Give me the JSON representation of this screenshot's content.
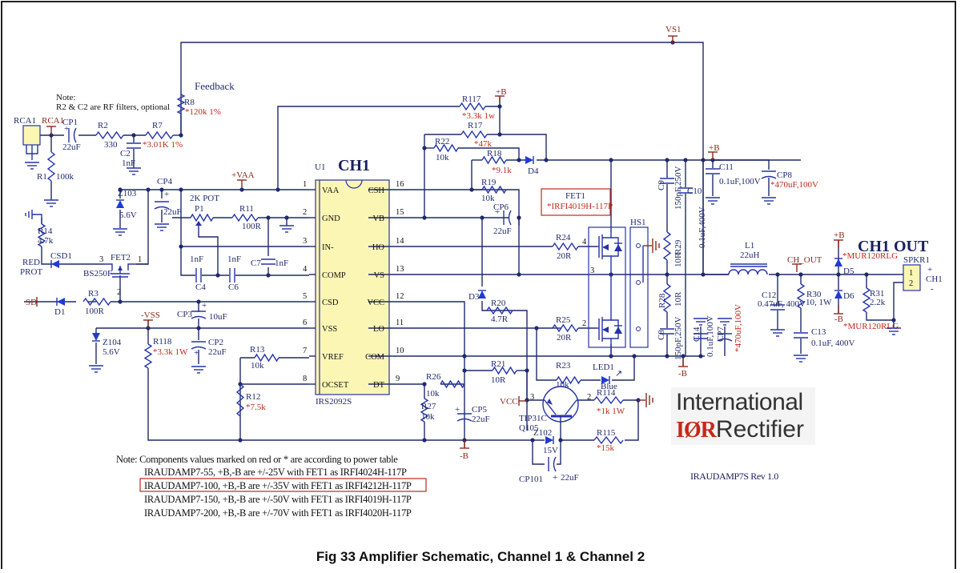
{
  "figure": {
    "caption": "Fig 33 Amplifier Schematic, Channel 1 & Channel 2",
    "revision": "IRAUDAMP7S Rev 1.0",
    "logo": {
      "line1": "International",
      "ior": "IØR",
      "line2": "Rectifier"
    },
    "channel_title": "CH1",
    "output_title": "CH1 OUT",
    "feedback_label": "Feedback"
  },
  "colors": {
    "wire": "#1f2a6b",
    "part": "#2433a8",
    "power_table_value": "#c0281c",
    "net_port": "#8a2a1a",
    "ic_fill": "#fbf6b4"
  },
  "notes": {
    "rf_note_1": "Note:",
    "rf_note_2": "R2 & C2 are RF filters, optional",
    "power_note": "Note: Components values marked on red or * are according to power table",
    "variants": [
      {
        "text": "IRAUDAMP7-55, +B,-B are +/-25V with FET1 as IRFI4024H-117P",
        "highlighted": false
      },
      {
        "text": "IRAUDAMP7-100, +B,-B are +/-35V with FET1 as IRFI4212H-117P",
        "highlighted": true
      },
      {
        "text": "IRAUDAMP7-150, +B,-B are +/-50V with FET1 as IRFI4019H-117P",
        "highlighted": false
      },
      {
        "text": "IRAUDAMP7-200, +B,-B are +/-70V with FET1 as IRFI4020H-117P",
        "highlighted": false
      }
    ]
  },
  "ic": {
    "ref": "U1",
    "part": "IRS2092S",
    "left_pins": [
      {
        "num": "1",
        "name": "VAA"
      },
      {
        "num": "2",
        "name": "GND"
      },
      {
        "num": "3",
        "name": "IN-"
      },
      {
        "num": "4",
        "name": "COMP"
      },
      {
        "num": "5",
        "name": "CSD"
      },
      {
        "num": "6",
        "name": "VSS"
      },
      {
        "num": "7",
        "name": "VREF"
      },
      {
        "num": "8",
        "name": "OCSET"
      }
    ],
    "right_pins": [
      {
        "num": "16",
        "name": "CSH"
      },
      {
        "num": "15",
        "name": "VB"
      },
      {
        "num": "14",
        "name": "HO"
      },
      {
        "num": "13",
        "name": "VS"
      },
      {
        "num": "12",
        "name": "VCC"
      },
      {
        "num": "11",
        "name": "LO"
      },
      {
        "num": "10",
        "name": "COM"
      },
      {
        "num": "9",
        "name": "DT"
      }
    ]
  },
  "nets": {
    "vs1": "VS1",
    "vaa": "+VAA",
    "vss": "-VSS",
    "pb": "+B",
    "nb": "-B",
    "sd": "SD",
    "vcc": "VCC",
    "rca": "RCA1",
    "chout": "CH_OUT"
  },
  "components": {
    "rca1": {
      "ref": "RCA1"
    },
    "cp1": {
      "ref": "CP1",
      "value": "22uF"
    },
    "r1": {
      "ref": "R1",
      "value": "100k"
    },
    "r2": {
      "ref": "R2",
      "value": "330"
    },
    "c2": {
      "ref": "C2",
      "value": "1nF"
    },
    "r7": {
      "ref": "R7",
      "value": "*3.01K 1%"
    },
    "r8": {
      "ref": "R8",
      "value": "*120k 1%"
    },
    "z103": {
      "ref": "Z103",
      "value": "5.6V"
    },
    "cp4": {
      "ref": "CP4",
      "value": "22uF"
    },
    "p1": {
      "ref": "P1",
      "value": "2K POT"
    },
    "r11": {
      "ref": "R11",
      "value": "100R"
    },
    "c4": {
      "ref": "C4",
      "value": "1nF"
    },
    "c6": {
      "ref": "C6",
      "value": "1nF"
    },
    "c7": {
      "ref": "C7",
      "value": "1nF"
    },
    "r14": {
      "ref": "R14",
      "value": "4.7k"
    },
    "csd1": {
      "ref": "CSD1",
      "value": "RED PROT"
    },
    "fet2": {
      "ref": "FET2",
      "value": "BS250F",
      "pins": [
        "3",
        "1",
        "2"
      ]
    },
    "r3": {
      "ref": "R3",
      "value": "100R"
    },
    "d1": {
      "ref": "D1"
    },
    "cp3": {
      "ref": "CP3",
      "value": "10uF"
    },
    "cp2": {
      "ref": "CP2",
      "value": "22uF"
    },
    "z104": {
      "ref": "Z104",
      "value": "5.6V"
    },
    "r118": {
      "ref": "R118",
      "value": "*3.3k 1W"
    },
    "r13": {
      "ref": "R13",
      "value": "10k"
    },
    "r12": {
      "ref": "R12",
      "value": "*7.5k"
    },
    "r117": {
      "ref": "R117",
      "value": "*3.3k 1w"
    },
    "r17": {
      "ref": "R17",
      "value": "*47k"
    },
    "r22": {
      "ref": "R22",
      "value": "10k"
    },
    "r18": {
      "ref": "R18",
      "value": "*9.1k"
    },
    "d4": {
      "ref": "D4"
    },
    "r19": {
      "ref": "R19",
      "value": "10k"
    },
    "cp6": {
      "ref": "CP6",
      "value": "22uF"
    },
    "fet1": {
      "ref": "FET1",
      "value": "*IRFI4019H-117P",
      "pins": [
        "4",
        "3",
        "2"
      ]
    },
    "hs1": {
      "ref": "HS1"
    },
    "r24": {
      "ref": "R24",
      "value": "20R"
    },
    "r25": {
      "ref": "R25",
      "value": "20R"
    },
    "d3": {
      "ref": "D3"
    },
    "r20": {
      "ref": "R20",
      "value": "4.7R"
    },
    "r21": {
      "ref": "R21",
      "value": "10R"
    },
    "r23": {
      "ref": "R23",
      "value": "10k"
    },
    "led1": {
      "ref": "LED1",
      "value": "Blue"
    },
    "r26": {
      "ref": "R26",
      "value": "10k"
    },
    "r27": {
      "ref": "R27",
      "value": "10k"
    },
    "cp5": {
      "ref": "CP5",
      "value": "22uF"
    },
    "q105": {
      "ref": "Q105",
      "value": "TIP31C",
      "pins": [
        "3",
        "2"
      ]
    },
    "z102": {
      "ref": "Z102",
      "value": "15V"
    },
    "cp101": {
      "ref": "CP101",
      "value": "22uF"
    },
    "r114": {
      "ref": "R114",
      "value": "*1k 1W"
    },
    "r115": {
      "ref": "R115",
      "value": "*15k"
    },
    "c9": {
      "ref": "C9",
      "value": "150pF,250V"
    },
    "c10": {
      "ref": "C10",
      "value": "0.1uF,400V"
    },
    "r29": {
      "ref": "R29",
      "value": "10R"
    },
    "r28": {
      "ref": "R28",
      "value": "10R"
    },
    "c8": {
      "ref": "C8",
      "value": "150pF,250V"
    },
    "c14": {
      "ref": "C14",
      "value": "0.1uF,100V"
    },
    "cp7": {
      "ref": "CP7",
      "value": "*470uF,100V"
    },
    "c11": {
      "ref": "C11",
      "value": "0.1uF,100V"
    },
    "cp8": {
      "ref": "CP8",
      "value": "*470uF,100V"
    },
    "l1": {
      "ref": "L1",
      "value": "22uH"
    },
    "c12": {
      "ref": "C12",
      "value": "0.47uF, 400V"
    },
    "r30": {
      "ref": "R30",
      "value": "10, 1W"
    },
    "c13": {
      "ref": "C13",
      "value": "0.1uF, 400V"
    },
    "d5": {
      "ref": "D5",
      "value": "*MUR120RLG"
    },
    "d6": {
      "ref": "D6",
      "value": "*MUR120RLG"
    },
    "r31": {
      "ref": "R31",
      "value": "2.2k"
    },
    "spkr1": {
      "ref": "SPKR1",
      "pins": [
        "1",
        "2"
      ],
      "plus": "+",
      "label": "CH1",
      "minus": "-"
    }
  }
}
